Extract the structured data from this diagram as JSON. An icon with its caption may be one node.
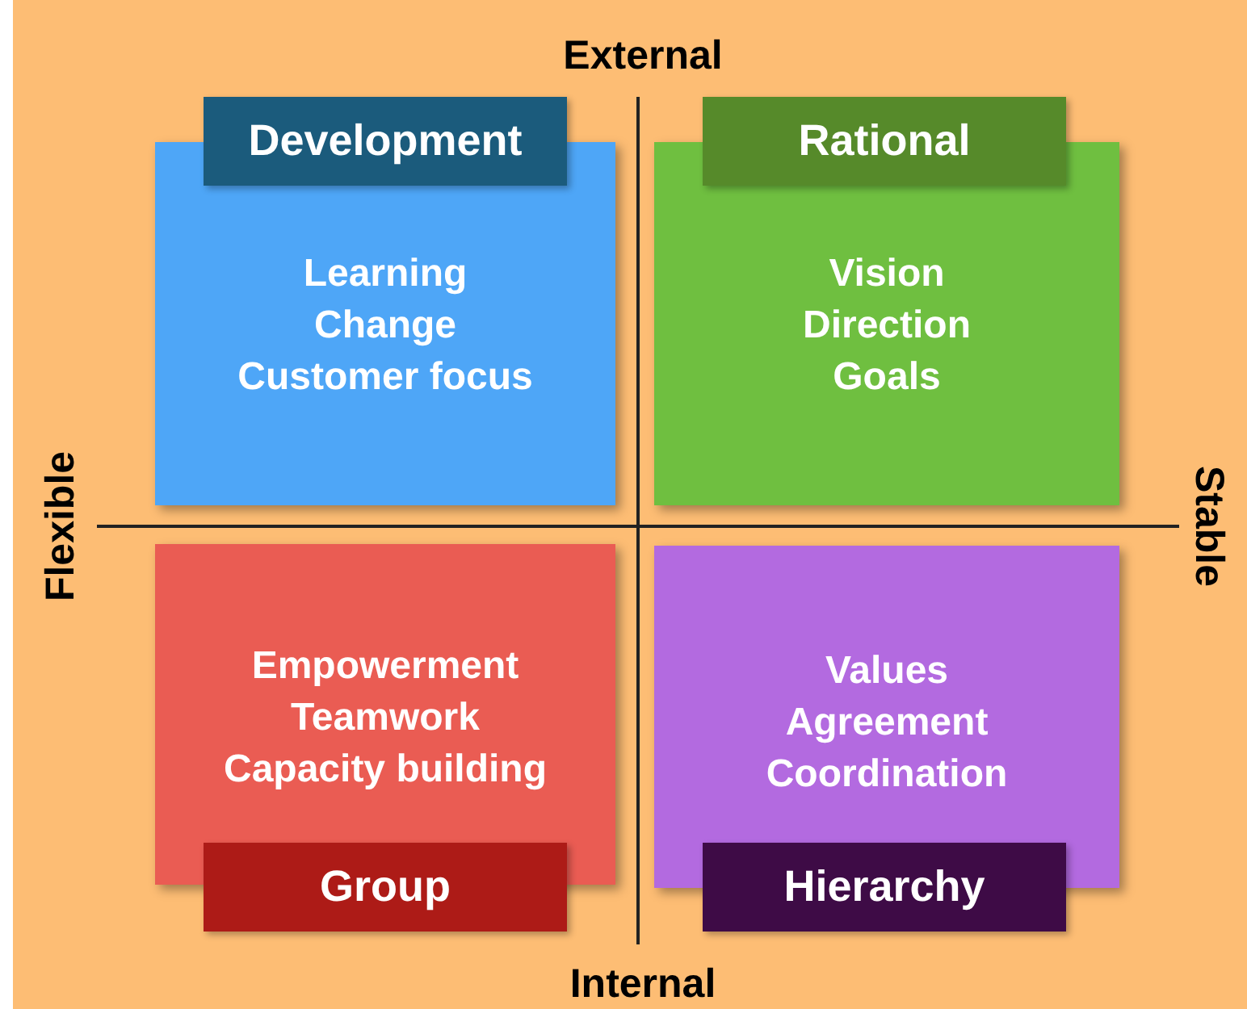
{
  "diagram": {
    "nodes": [
      {
        "text": [
          "Development",
          "Learning",
          "Change",
          "Customer focus"
        ]
      },
      {
        "text": [
          "Rational",
          "Vision",
          "Direction",
          "Goals"
        ]
      },
      {
        "text": [
          "Empowerment",
          "Teamwork",
          "Capacity building",
          "Group"
        ]
      },
      {
        "text": [
          "Values",
          "Agreement",
          "Coordination",
          "Hierarchy"
        ]
      }
    ],
    "labels": [
      "External",
      "Flexible",
      "Stable",
      "Internal"
    ]
  }
}
